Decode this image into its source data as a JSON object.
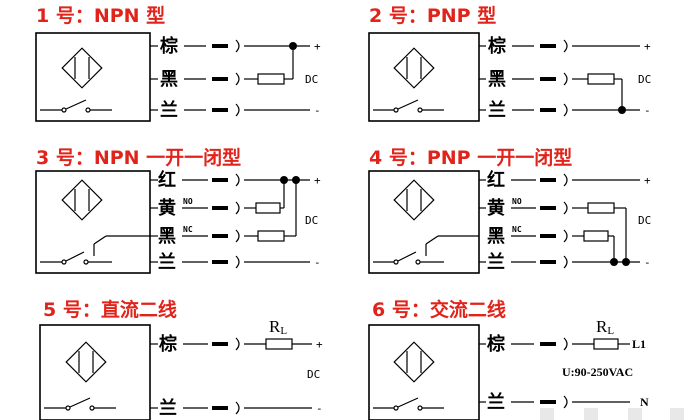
{
  "diagrams": [
    {
      "title": "1 号：NPN 型",
      "wires": [
        {
          "label": "棕",
          "term": "+"
        },
        {
          "label": "黑",
          "term": ""
        },
        {
          "label": "兰",
          "term": "-"
        }
      ],
      "side": "DC"
    },
    {
      "title": "2 号：PNP 型",
      "wires": [
        {
          "label": "棕",
          "term": "+"
        },
        {
          "label": "黑",
          "term": ""
        },
        {
          "label": "兰",
          "term": "-"
        }
      ],
      "side": "DC"
    },
    {
      "title": "3 号：NPN 一开一闭型",
      "wires": [
        {
          "label": "红",
          "term": "+",
          "tag": ""
        },
        {
          "label": "黄",
          "term": "",
          "tag": "NO"
        },
        {
          "label": "黑",
          "term": "",
          "tag": "NC"
        },
        {
          "label": "兰",
          "term": "-",
          "tag": ""
        }
      ],
      "side": "DC"
    },
    {
      "title": "4 号：PNP 一开一闭型",
      "wires": [
        {
          "label": "红",
          "term": "+",
          "tag": ""
        },
        {
          "label": "黄",
          "term": "",
          "tag": "NO"
        },
        {
          "label": "黑",
          "term": "",
          "tag": "NC"
        },
        {
          "label": "兰",
          "term": "-",
          "tag": ""
        }
      ],
      "side": "DC"
    },
    {
      "title": "5 号：直流二线",
      "wires": [
        {
          "label": "棕",
          "term": "+"
        },
        {
          "label": "兰",
          "term": "-"
        }
      ],
      "side": "DC",
      "resistor": {
        "main": "R",
        "sub": "L"
      }
    },
    {
      "title": "6 号：交流二线",
      "wires": [
        {
          "label": "棕",
          "term": "L1"
        },
        {
          "label": "兰",
          "term": "N"
        }
      ],
      "side": "U:90-250VAC",
      "resistor": {
        "main": "R",
        "sub": "L"
      }
    }
  ]
}
